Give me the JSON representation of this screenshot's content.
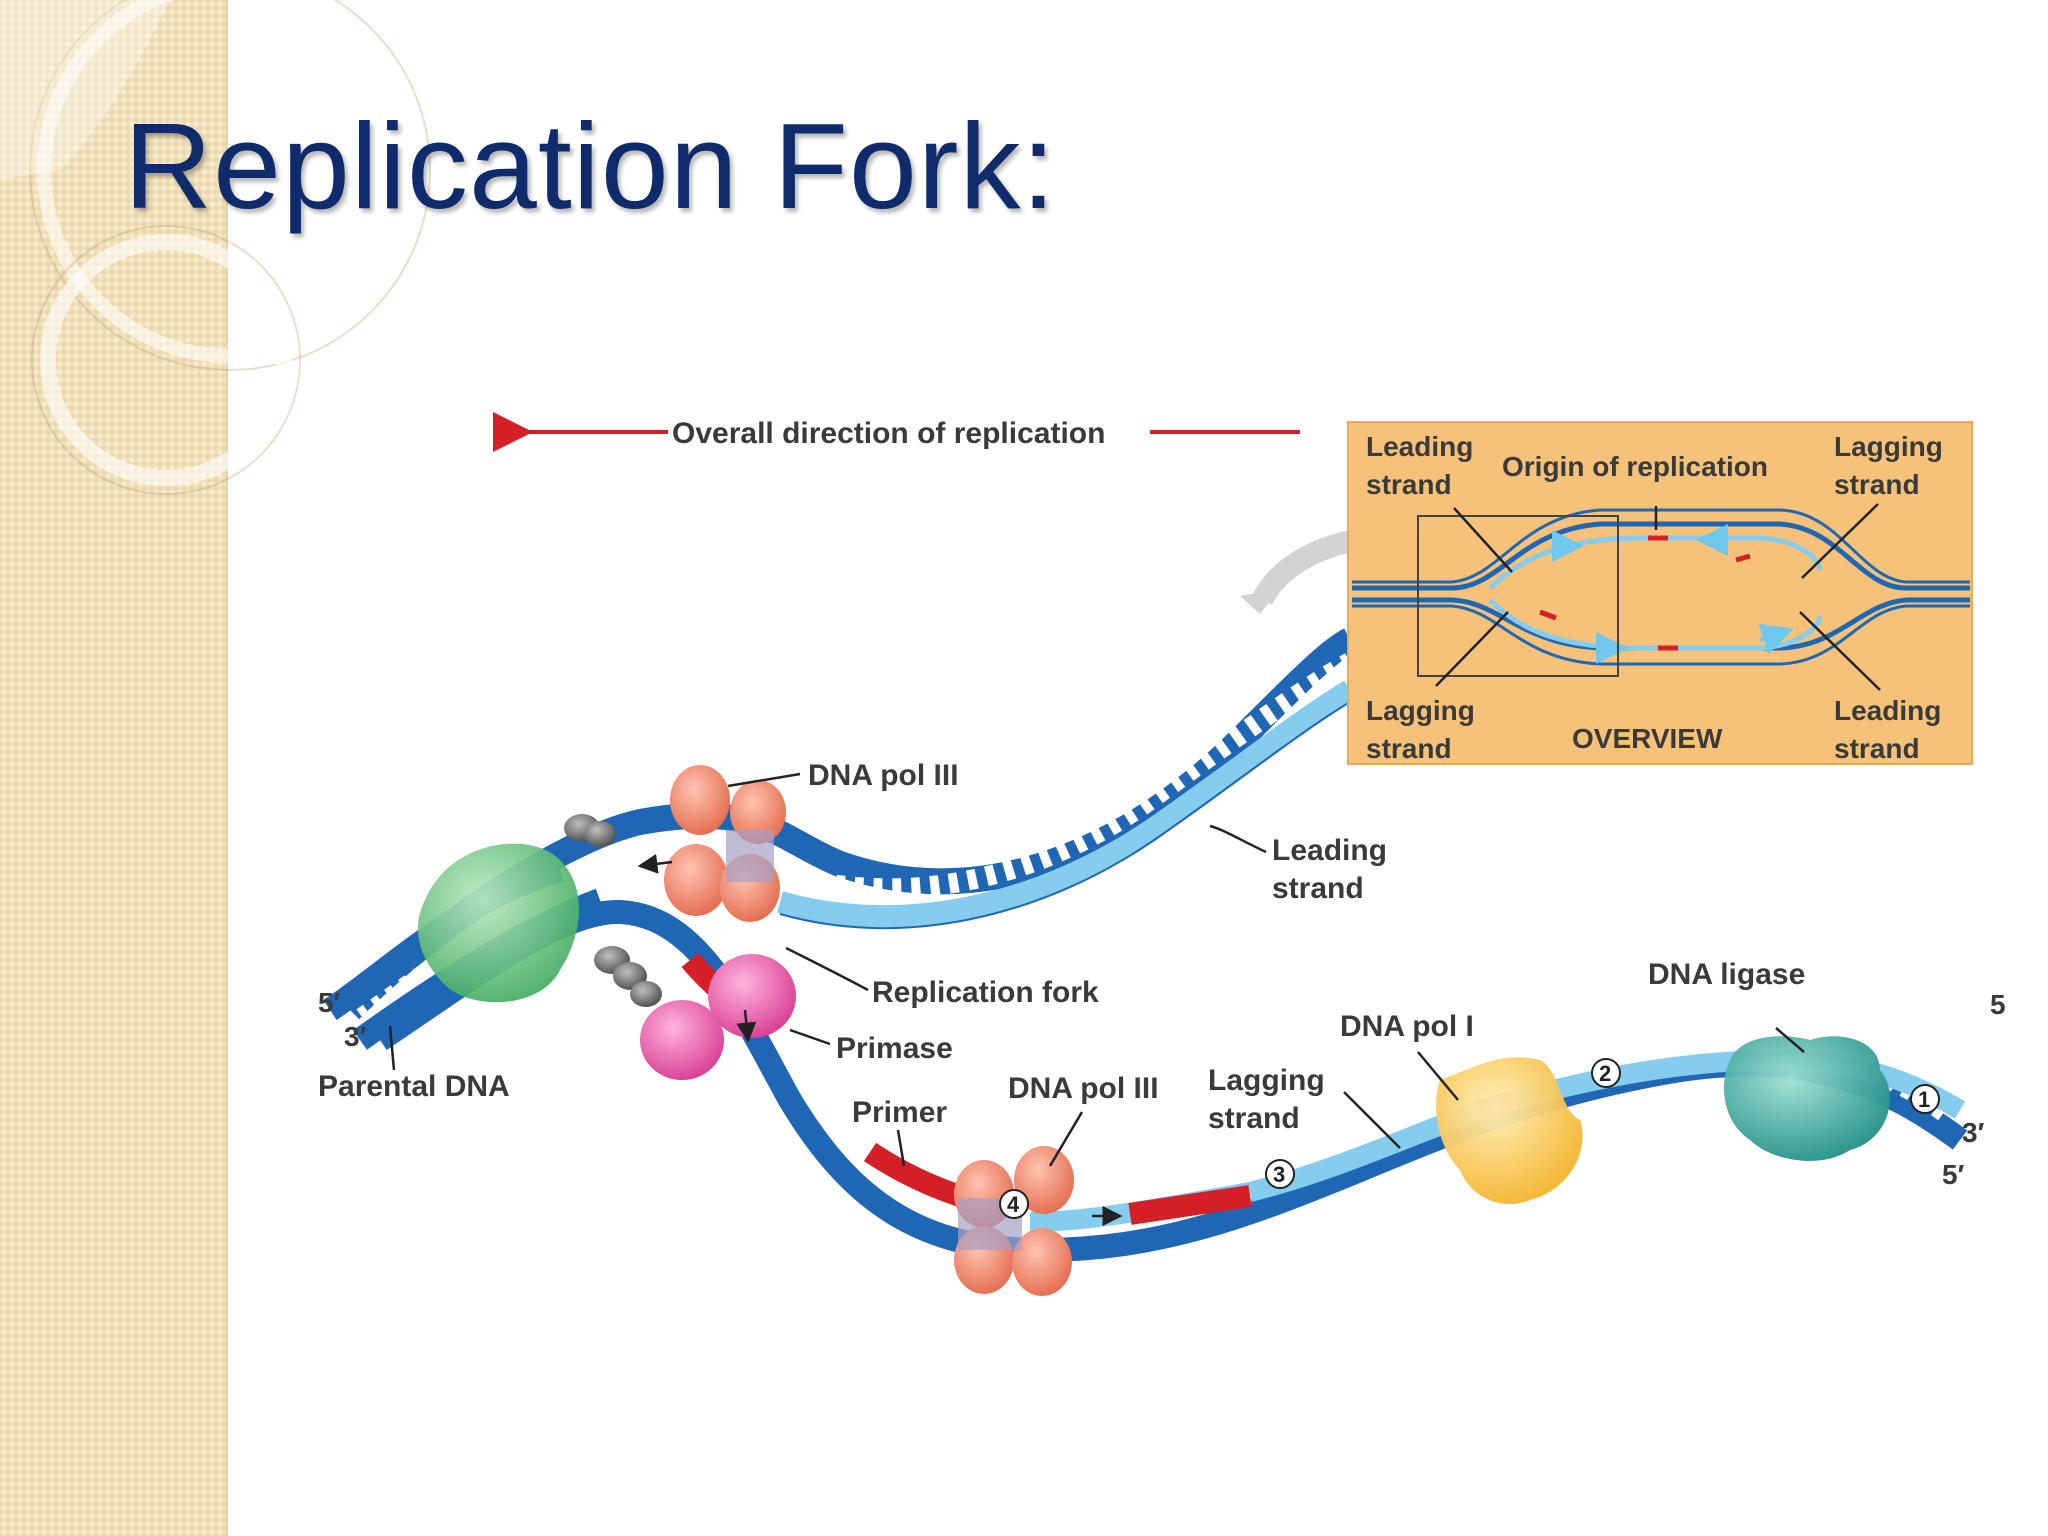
{
  "slide": {
    "title": "Replication Fork:"
  },
  "diagram": {
    "direction_label": "Overall direction of replication",
    "labels": {
      "dna_pol_iii_top": "DNA pol III",
      "leading_strand": [
        "Leading",
        "strand"
      ],
      "replication_fork": "Replication fork",
      "primase": "Primase",
      "parental_dna": "Parental DNA",
      "primer": "Primer",
      "dna_pol_iii_bottom": "DNA pol III",
      "lagging_strand": [
        "Lagging",
        "strand"
      ],
      "dna_pol_i": "DNA pol I",
      "dna_ligase": "DNA ligase",
      "end_5_left": "5′",
      "end_3_left": "3′",
      "end_5_right_top": "5",
      "end_3_right": "3′",
      "end_5_right": "5′"
    },
    "steps": [
      "1",
      "2",
      "3",
      "4"
    ],
    "overview": {
      "leading_top_left": [
        "Leading",
        "strand"
      ],
      "origin": "Origin of replication",
      "lagging_top_right": [
        "Lagging",
        "strand"
      ],
      "lagging_bottom_left": [
        "Lagging",
        "strand"
      ],
      "caption": "OVERVIEW",
      "leading_bottom_right": [
        "Leading",
        "strand"
      ]
    },
    "colors": {
      "parental_strand": "#1f67b4",
      "new_strand": "#86ccef",
      "primer": "#d51f26",
      "dna_pol_iii": "#f08a6e",
      "primase": "#e85aa8",
      "helicase": "#6cc07a",
      "dna_pol_i": "#f8c44a",
      "dna_ligase": "#2aa69a",
      "overview_bg": "#f6c27a",
      "title": "#0f2b6b"
    }
  }
}
